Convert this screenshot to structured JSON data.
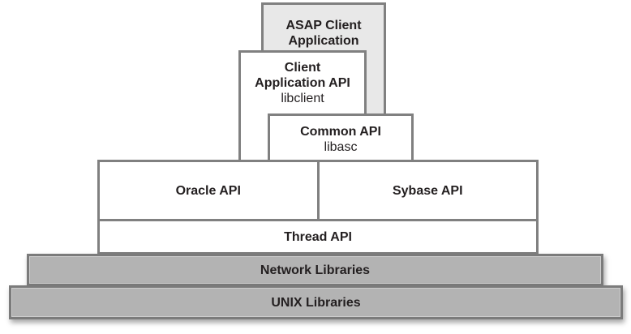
{
  "diagram": {
    "description": "ASAP client software stack diagram",
    "boxes": {
      "asap": {
        "lines": [
          "ASAP Client",
          "Application"
        ]
      },
      "client_api": {
        "lines": [
          "Client",
          "Application API"
        ],
        "lib": "libclient"
      },
      "common_api": {
        "lines": [
          "Common API"
        ],
        "lib": "libasc"
      },
      "oracle": {
        "label": "Oracle API"
      },
      "sybase": {
        "label": "Sybase API"
      },
      "thread": {
        "label": "Thread API"
      },
      "network": {
        "label": "Network Libraries"
      },
      "unix": {
        "label": "UNIX Libraries"
      }
    },
    "colors": {
      "border_gray": "#808080",
      "light_fill": "#e8e8e8",
      "white_fill": "#ffffff",
      "bar_fill": "#b3b3b3",
      "bar_border": "#7b7b7b",
      "text": "#231f20"
    }
  }
}
